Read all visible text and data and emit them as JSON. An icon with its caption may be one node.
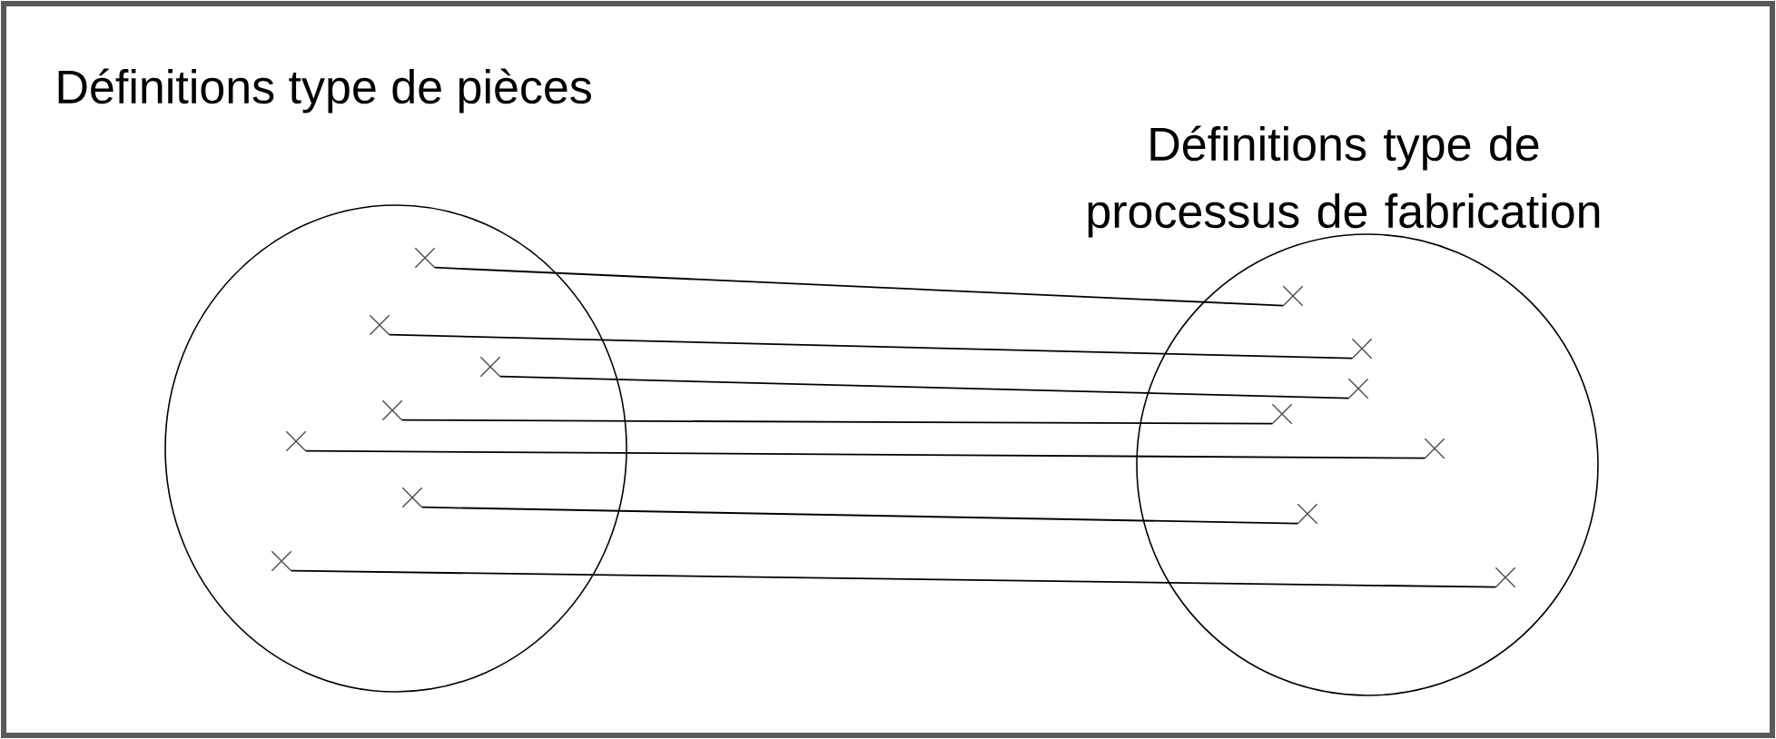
{
  "diagram": {
    "nodes": [
      {
        "text": [
          "Définitions type de pièces"
        ]
      },
      {
        "text": [],
        "shape": "cross",
        "in": 0
      },
      {
        "text": [],
        "shape": "cross",
        "in": 0
      },
      {
        "text": [],
        "shape": "cross",
        "in": 0
      },
      {
        "text": [],
        "shape": "cross",
        "in": 0
      },
      {
        "text": [],
        "shape": "cross",
        "in": 0
      },
      {
        "text": [],
        "shape": "cross",
        "in": 0
      },
      {
        "text": [],
        "shape": "cross",
        "in": 0
      },
      {
        "text": [
          "Définitions type de processus de fabrication"
        ]
      },
      {
        "text": [],
        "shape": "cross",
        "in": 8
      },
      {
        "text": [],
        "shape": "cross",
        "in": 8
      },
      {
        "text": [],
        "shape": "cross",
        "in": 8
      },
      {
        "text": [],
        "shape": "cross",
        "in": 8
      },
      {
        "text": [],
        "shape": "cross",
        "in": 8
      },
      {
        "text": [],
        "shape": "cross",
        "in": 8
      },
      {
        "text": [],
        "shape": "cross",
        "in": 8
      }
    ],
    "edges": [
      {
        "from": 1,
        "to": 9,
        "arrow": "none"
      },
      {
        "from": 2,
        "to": 10,
        "arrow": "none"
      },
      {
        "from": 3,
        "to": 11,
        "arrow": "none"
      },
      {
        "from": 4,
        "to": 12,
        "arrow": "none"
      },
      {
        "from": 5,
        "to": 13,
        "arrow": "none"
      },
      {
        "from": 6,
        "to": 14,
        "arrow": "none"
      },
      {
        "from": 7,
        "to": 15,
        "arrow": "none"
      }
    ]
  }
}
